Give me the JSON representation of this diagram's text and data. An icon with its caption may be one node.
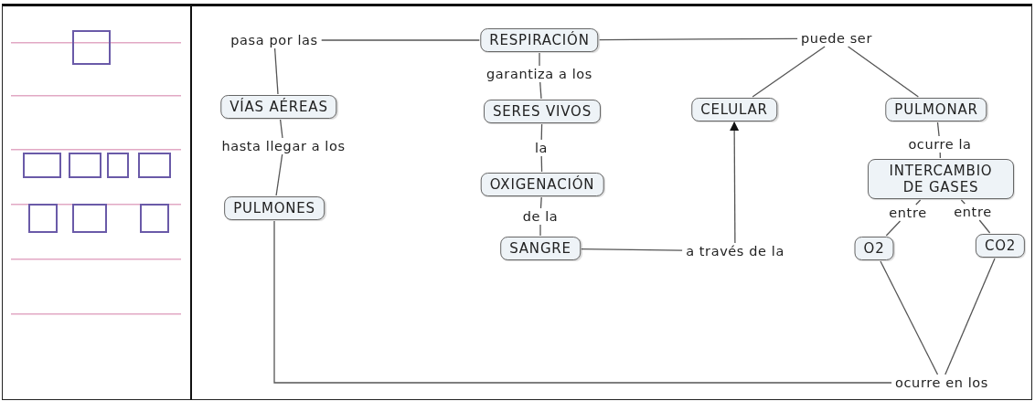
{
  "diagram": {
    "nodes": [
      {
        "text": [
          "RESPIRACIÓN"
        ]
      },
      {
        "text": [
          "pasa por las"
        ]
      },
      {
        "text": [
          "puede ser"
        ]
      },
      {
        "text": [
          "garantiza a los"
        ]
      },
      {
        "text": [
          "VÍAS AÉREAS"
        ]
      },
      {
        "text": [
          "SERES VIVOS"
        ]
      },
      {
        "text": [
          "CELULAR"
        ]
      },
      {
        "text": [
          "PULMONAR"
        ]
      },
      {
        "text": [
          "hasta llegar a los"
        ]
      },
      {
        "text": [
          "la"
        ]
      },
      {
        "text": [
          "ocurre la"
        ]
      },
      {
        "text": [
          "PULMONES"
        ]
      },
      {
        "text": [
          "OXIGENACIÓN"
        ]
      },
      {
        "text": [
          "INTERCAMBIO DE GASES"
        ]
      },
      {
        "text": [
          "entre"
        ]
      },
      {
        "text": [
          "entre"
        ]
      },
      {
        "text": [
          "de la"
        ]
      },
      {
        "text": [
          "SANGRE"
        ]
      },
      {
        "text": [
          "a través de la"
        ]
      },
      {
        "text": [
          "O2"
        ]
      },
      {
        "text": [
          "CO2"
        ]
      },
      {
        "text": [
          "ocurre en los"
        ]
      }
    ],
    "edges": [
      {
        "from": 0,
        "to": 1,
        "arrow": "none"
      },
      {
        "from": 1,
        "to": 4,
        "arrow": "none"
      },
      {
        "from": 4,
        "to": 8,
        "arrow": "none"
      },
      {
        "from": 8,
        "to": 11,
        "arrow": "none"
      },
      {
        "from": 0,
        "to": 2,
        "arrow": "none"
      },
      {
        "from": 2,
        "to": 6,
        "arrow": "none"
      },
      {
        "from": 2,
        "to": 7,
        "arrow": "none"
      },
      {
        "from": 0,
        "to": 3,
        "arrow": "none"
      },
      {
        "from": 3,
        "to": 5,
        "arrow": "none"
      },
      {
        "from": 5,
        "to": 9,
        "arrow": "none"
      },
      {
        "from": 9,
        "to": 12,
        "arrow": "none"
      },
      {
        "from": 12,
        "to": 16,
        "arrow": "none"
      },
      {
        "from": 16,
        "to": 17,
        "arrow": "none"
      },
      {
        "from": 17,
        "to": 18,
        "arrow": "none"
      },
      {
        "from": 18,
        "to": 6,
        "arrow": "to"
      },
      {
        "from": 7,
        "to": 10,
        "arrow": "none"
      },
      {
        "from": 10,
        "to": 13,
        "arrow": "none"
      },
      {
        "from": 13,
        "to": 14,
        "arrow": "none"
      },
      {
        "from": 13,
        "to": 15,
        "arrow": "none"
      },
      {
        "from": 14,
        "to": 19,
        "arrow": "none"
      },
      {
        "from": 15,
        "to": 20,
        "arrow": "none"
      },
      {
        "from": 19,
        "to": 21,
        "arrow": "none"
      },
      {
        "from": 20,
        "to": 21,
        "arrow": "none"
      },
      {
        "from": 21,
        "to": 11,
        "arrow": "none"
      }
    ]
  }
}
